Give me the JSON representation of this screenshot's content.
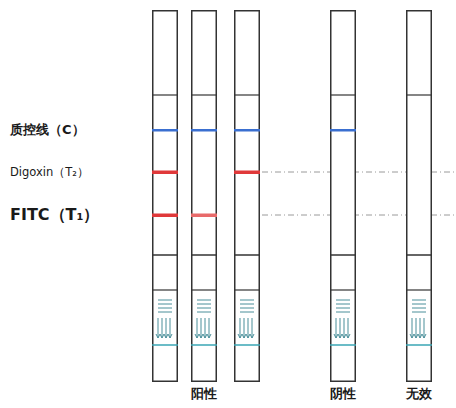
{
  "diagram": {
    "labels": [
      "质控线（C）",
      "Digoxin（T₂）",
      "FITC（T₁）",
      "阳性",
      "阴性",
      "无效"
    ]
  }
}
